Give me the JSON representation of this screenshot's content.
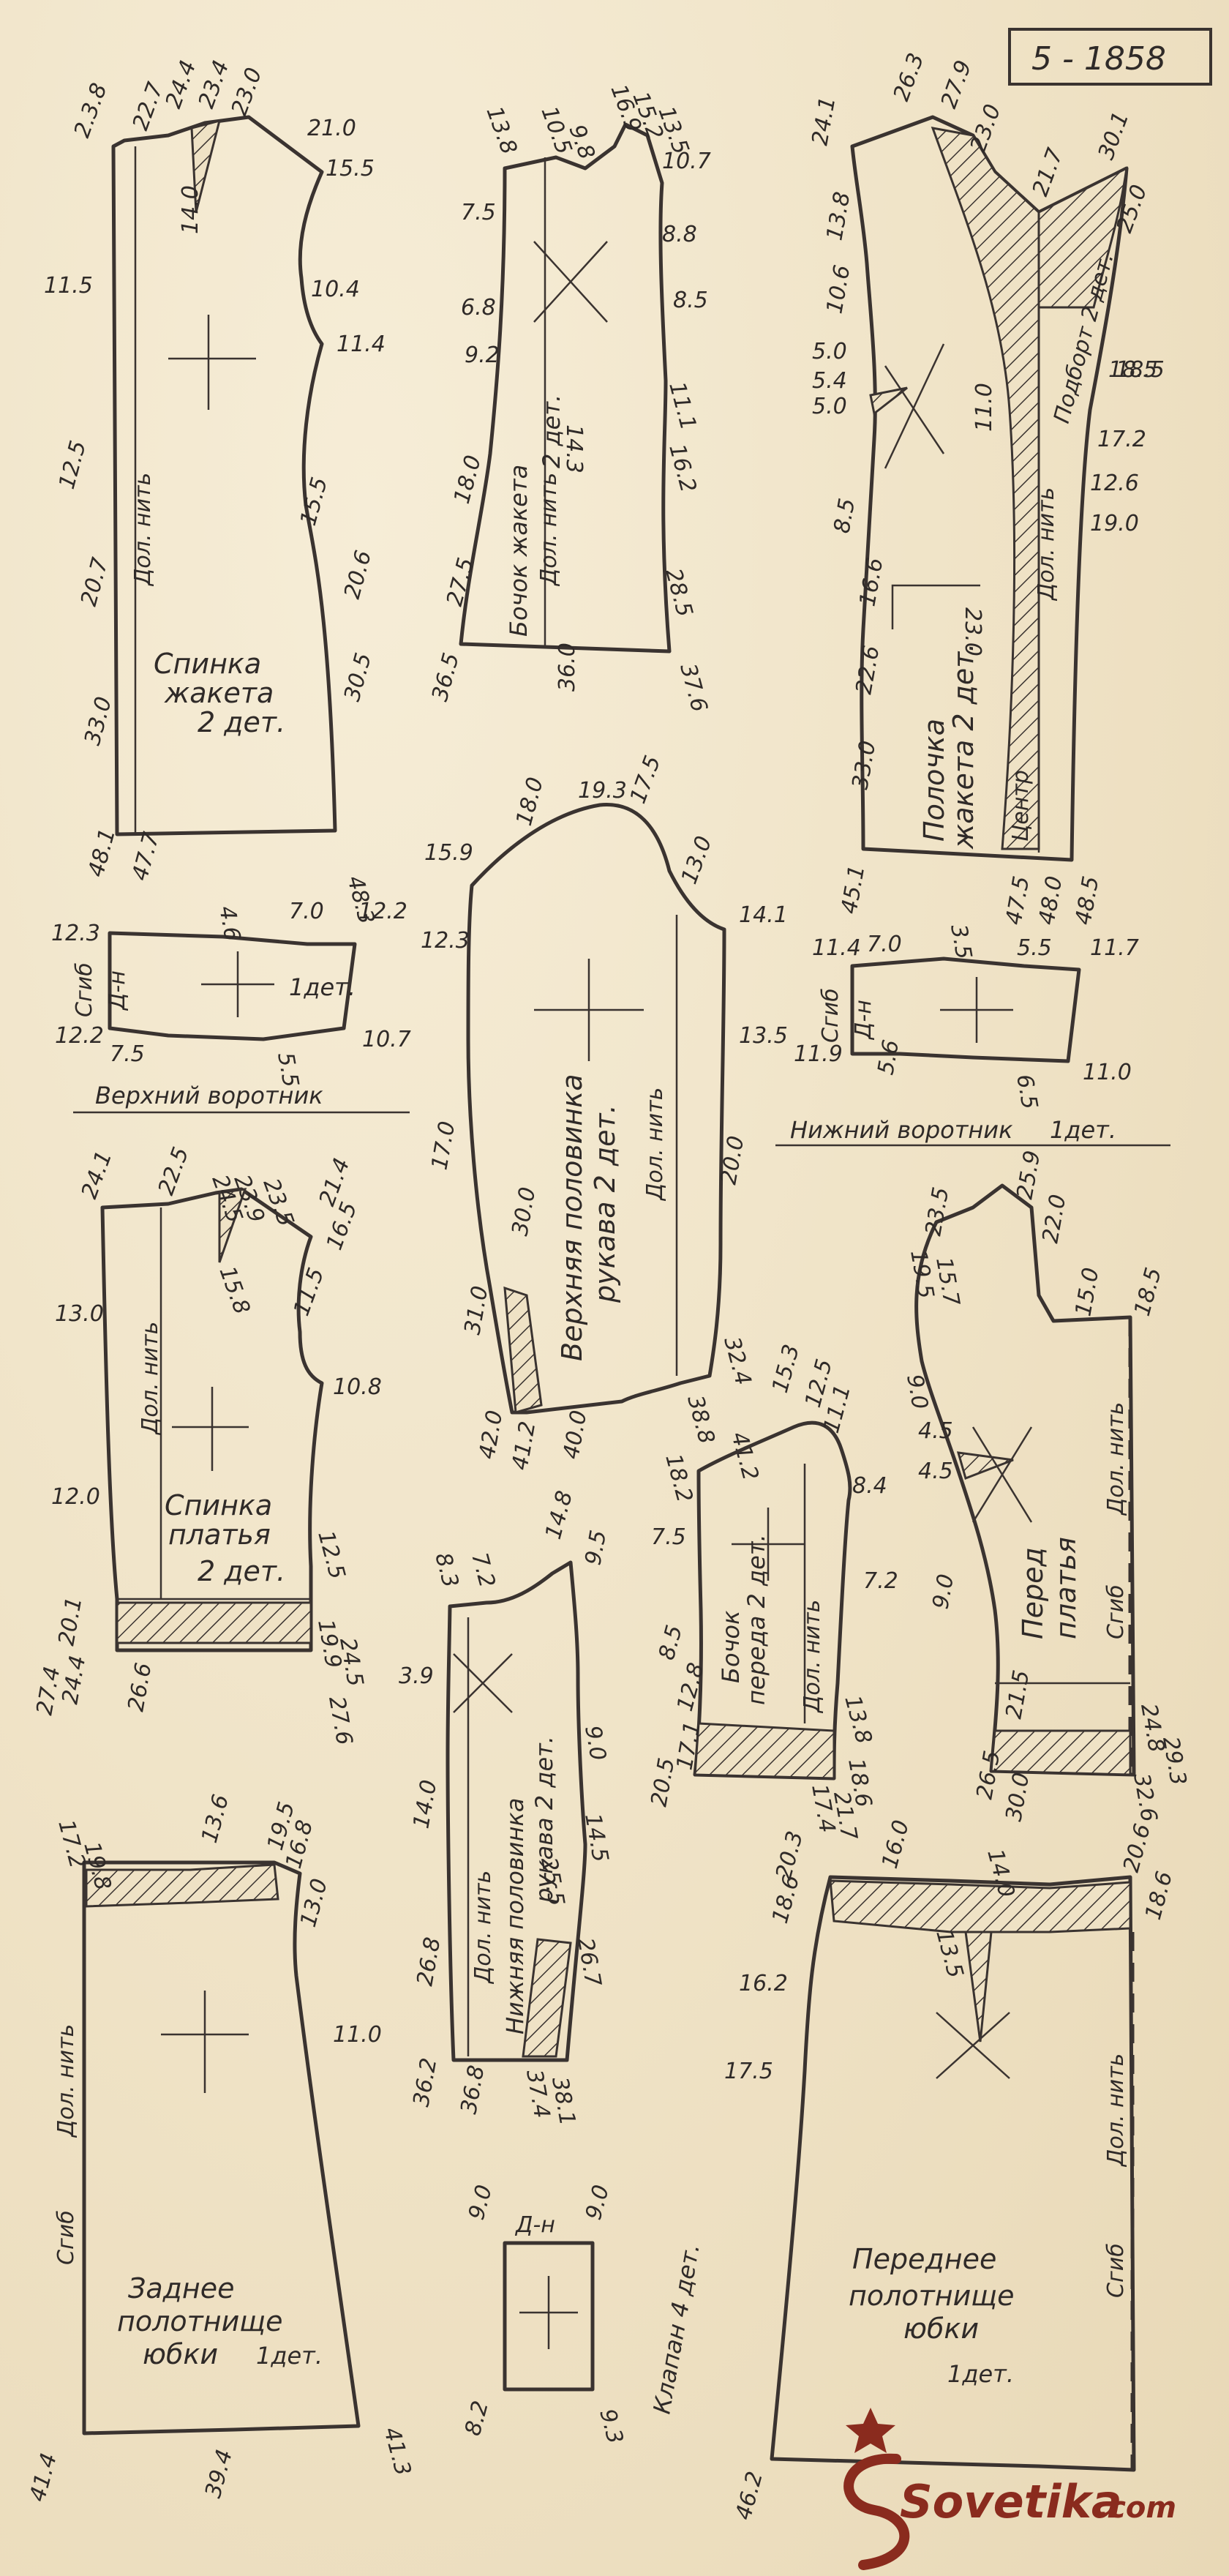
{
  "sheet": {
    "ref": "5 - 1858"
  },
  "watermark": {
    "text": "Sovetika",
    "suffix": ".com",
    "color": "#8a2b1e"
  },
  "colors": {
    "paper": "#f1e7cf",
    "ink": "#3a3330"
  },
  "pieces": {
    "back_jacket": {
      "title1": "Спинка",
      "title2": "жакета",
      "title3": "2 дет.",
      "grain": "Дол. нить",
      "m": [
        "2.3.8",
        "22.7",
        "24.4",
        "23.4",
        "23.0",
        "21.0",
        "15.5",
        "14.0",
        "10.4",
        "11.4",
        "11.5",
        "12.5",
        "20.7",
        "15.5",
        "20.6",
        "30.5",
        "33.0",
        "48.1",
        "47.7",
        "48.3"
      ]
    },
    "jacket_side": {
      "title1": "Бочок жакета",
      "title2": "2 дет.",
      "grain": "Дол. нить",
      "m": [
        "16.9",
        "15.2",
        "13.5",
        "10.5",
        "9.8",
        "13.8",
        "10.7",
        "7.5",
        "8.8",
        "6.8",
        "8.5",
        "9.2",
        "11.1",
        "14.3",
        "16.2",
        "18.0",
        "27.5",
        "28.5",
        "36.5",
        "36.0",
        "37.6"
      ]
    },
    "jacket_front": {
      "title1": "Полочка",
      "title2": "жакета 2 дет.",
      "grain": "Дол. нить",
      "center": "Центр",
      "facing": "Подборт 2 дет.",
      "m": [
        "26.3",
        "27.9",
        "24.1",
        "23.0",
        "30.1",
        "21.7",
        "25.0",
        "18.5",
        "13.8",
        "10.6",
        "5.0",
        "5.4",
        "5.0",
        "11.0",
        "18.5",
        "17.2",
        "12.6",
        "19.0",
        "8.5",
        "16.6",
        "23.0",
        "22.6",
        "33.0",
        "45.1",
        "47.5",
        "48.0",
        "48.5"
      ]
    },
    "upper_collar": {
      "title": "Верхний воротник",
      "count": "1дет.",
      "fold": "Сгиб",
      "grain": "Д-н",
      "m": [
        "4.6",
        "7.0",
        "12.2",
        "12.3",
        "12.2",
        "7.5",
        "5.5",
        "10.7"
      ]
    },
    "upper_sleeve": {
      "title1": "Верхняя половинка",
      "title2": "рукава 2 дет.",
      "grain": "Дол. нить",
      "m": [
        "18.0",
        "19.3",
        "17.5",
        "15.9",
        "13.0",
        "14.1",
        "12.3",
        "13.5",
        "17.0",
        "20.0",
        "30.0",
        "31.0",
        "32.4",
        "42.0",
        "41.2",
        "40.0",
        "38.8",
        "41.2"
      ]
    },
    "lower_collar": {
      "title": "Нижний воротник",
      "count": "1дет.",
      "fold": "Сгиб",
      "grain": "Д-н",
      "m": [
        "7.0",
        "3.5",
        "5.5",
        "11.4",
        "11.7",
        "11.9",
        "5.6",
        "6.5",
        "11.0"
      ]
    },
    "back_dress": {
      "title1": "Спинка",
      "title2": "платья",
      "title3": "2 дет.",
      "grain": "Дол. нить",
      "m": [
        "24.1",
        "22.5",
        "24.5",
        "23.9",
        "23.5",
        "21.4",
        "16.5",
        "15.8",
        "13.0",
        "11.5",
        "10.8",
        "12.0",
        "12.5",
        "20.1",
        "19.9",
        "24.5",
        "24.4",
        "27.4",
        "26.6",
        "27.6"
      ]
    },
    "lower_sleeve": {
      "title1": "Нижняя половинка",
      "title2": "рукава 2 дет.",
      "grain": "Дол. нить",
      "m": [
        "8.3",
        "7.2",
        "14.8",
        "9.5",
        "3.9",
        "9.0",
        "14.0",
        "14.5",
        "25.5",
        "26.8",
        "26.7",
        "36.2",
        "36.8",
        "37.4",
        "38.1"
      ]
    },
    "front_side": {
      "title1": "Бочок",
      "title2": "переда 2 дет.",
      "grain": "Дол. нить",
      "m": [
        "15.3",
        "12.5",
        "11.1",
        "18.2",
        "8.4",
        "7.5",
        "7.2",
        "8.5",
        "12.8",
        "13.8",
        "20.5",
        "17.1",
        "18.6",
        "17.4",
        "21.7"
      ]
    },
    "dress_front": {
      "title1": "Перед",
      "title2": "платья",
      "fold": "Сгиб",
      "grain": "Дол. нить",
      "m": [
        "25.9",
        "23.5",
        "22.0",
        "19.5",
        "15.7",
        "15.0",
        "18.5",
        "9.0",
        "4.5",
        "4.5",
        "9.0",
        "21.5",
        "26.5",
        "30.0",
        "24.8",
        "29.3",
        "32.6"
      ]
    },
    "back_skirt": {
      "title1": "Заднее",
      "title2": "полотнище",
      "title3": "юбки",
      "count": "1дет.",
      "fold": "Сгиб",
      "grain": "Дол. нить",
      "m": [
        "17.2",
        "19.8",
        "13.6",
        "19.5",
        "16.8",
        "13.0",
        "11.0",
        "41.4",
        "39.4",
        "41.3"
      ]
    },
    "flap": {
      "title": "Клапан 4 дет.",
      "grain": "Д-н",
      "m": [
        "9.0",
        "9.0",
        "8.2",
        "9.3"
      ]
    },
    "front_skirt": {
      "title1": "Переднее",
      "title2": "полотнище",
      "title3": "юбки",
      "count": "1дет.",
      "fold": "Сгиб",
      "grain": "Дол. нить",
      "m": [
        "20.3",
        "16.0",
        "14.0",
        "20.6",
        "18.6",
        "18.6",
        "13.5",
        "16.2",
        "17.5",
        "46.2"
      ]
    }
  }
}
